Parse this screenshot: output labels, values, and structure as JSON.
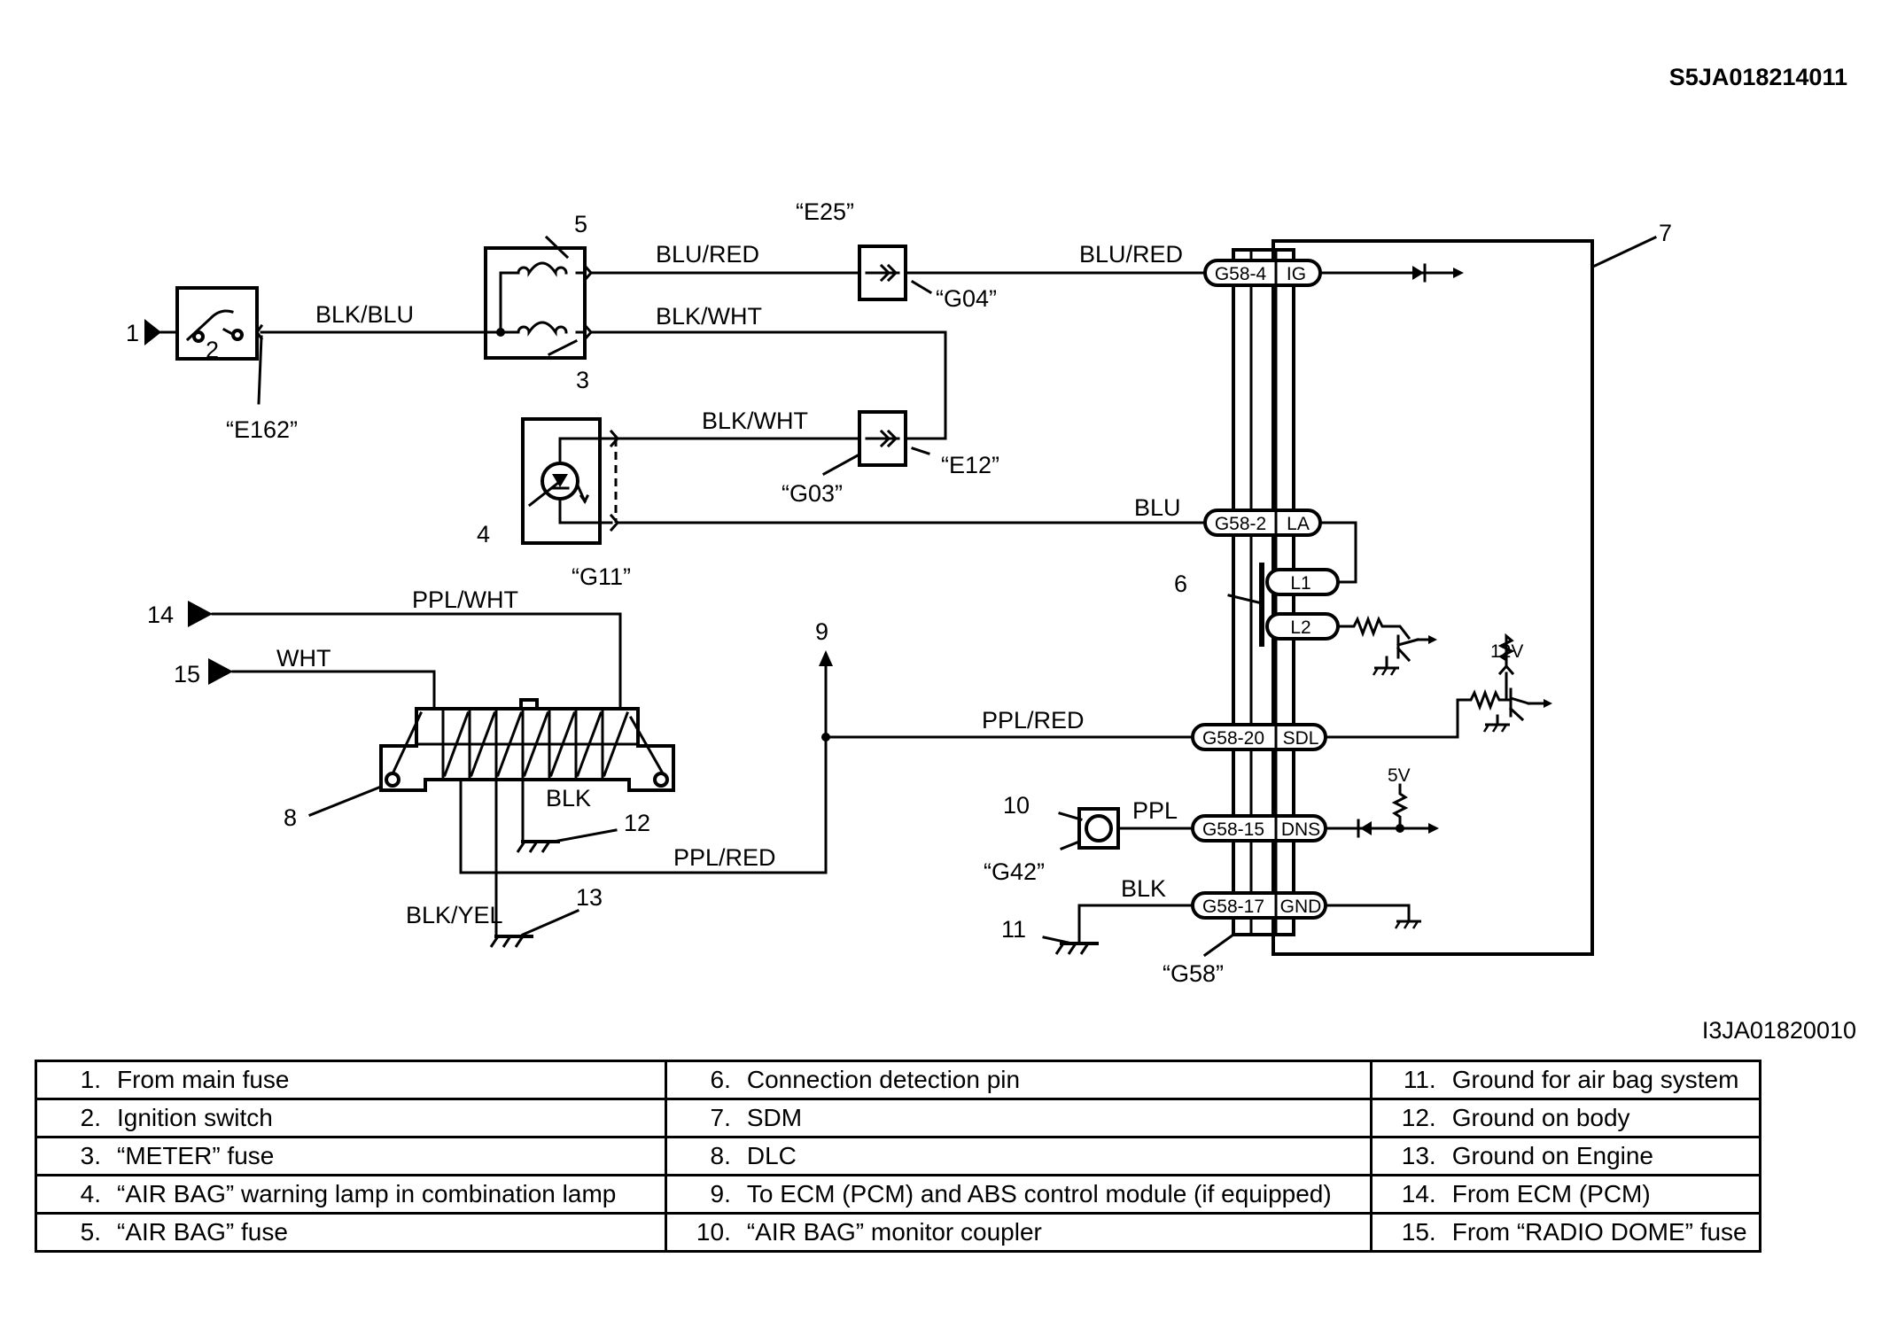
{
  "header": {
    "figure_code": "S5JA018214011",
    "sub_code": "I3JA01820010"
  },
  "wires": {
    "blu_red_1": "BLU/RED",
    "blu_red_2": "BLU/RED",
    "blk_blu": "BLK/BLU",
    "blk_wht_1": "BLK/WHT",
    "blk_wht_2": "BLK/WHT",
    "blu": "BLU",
    "ppl_wht": "PPL/WHT",
    "wht": "WHT",
    "ppl_red_1": "PPL/RED",
    "ppl_red_2": "PPL/RED",
    "blk_1": "BLK",
    "blk_2": "BLK",
    "blk_yel": "BLK/YEL",
    "ppl": "PPL"
  },
  "connectors": {
    "e25": "“E25”",
    "g04": "“G04”",
    "e162": "“E162”",
    "e12": "“E12”",
    "g03": "“G03”",
    "g11": "“G11”",
    "g42": "“G42”",
    "g58": "“G58”"
  },
  "pins": {
    "g58_4": "G58-4",
    "ig": "IG",
    "g58_2": "G58-2",
    "la": "LA",
    "l1": "L1",
    "l2": "L2",
    "g58_20": "G58-20",
    "sdl": "SDL",
    "g58_15": "G58-15",
    "dns": "DNS",
    "g58_17": "G58-17",
    "gnd": "GND"
  },
  "voltages": {
    "v12": "12V",
    "v5": "5V"
  },
  "callouts": [
    "1",
    "2",
    "3",
    "4",
    "5",
    "6",
    "7",
    "8",
    "9",
    "10",
    "11",
    "12",
    "13",
    "14",
    "15"
  ],
  "legend": {
    "rows": [
      [
        {
          "n": "1.",
          "t": "From main fuse"
        },
        {
          "n": "6.",
          "t": "Connection detection pin"
        },
        {
          "n": "11.",
          "t": "Ground for air bag system"
        }
      ],
      [
        {
          "n": "2.",
          "t": "Ignition switch"
        },
        {
          "n": "7.",
          "t": "SDM"
        },
        {
          "n": "12.",
          "t": "Ground on body"
        }
      ],
      [
        {
          "n": "3.",
          "t": "“METER” fuse"
        },
        {
          "n": "8.",
          "t": "DLC"
        },
        {
          "n": "13.",
          "t": "Ground on Engine"
        }
      ],
      [
        {
          "n": "4.",
          "t": "“AIR BAG” warning lamp in combination lamp"
        },
        {
          "n": "9.",
          "t": "To ECM (PCM) and ABS control module (if equipped)"
        },
        {
          "n": "14.",
          "t": "From ECM (PCM)"
        }
      ],
      [
        {
          "n": "5.",
          "t": "“AIR BAG” fuse"
        },
        {
          "n": "10.",
          "t": "“AIR BAG” monitor coupler"
        },
        {
          "n": "15.",
          "t": "From “RADIO DOME” fuse"
        }
      ]
    ]
  }
}
